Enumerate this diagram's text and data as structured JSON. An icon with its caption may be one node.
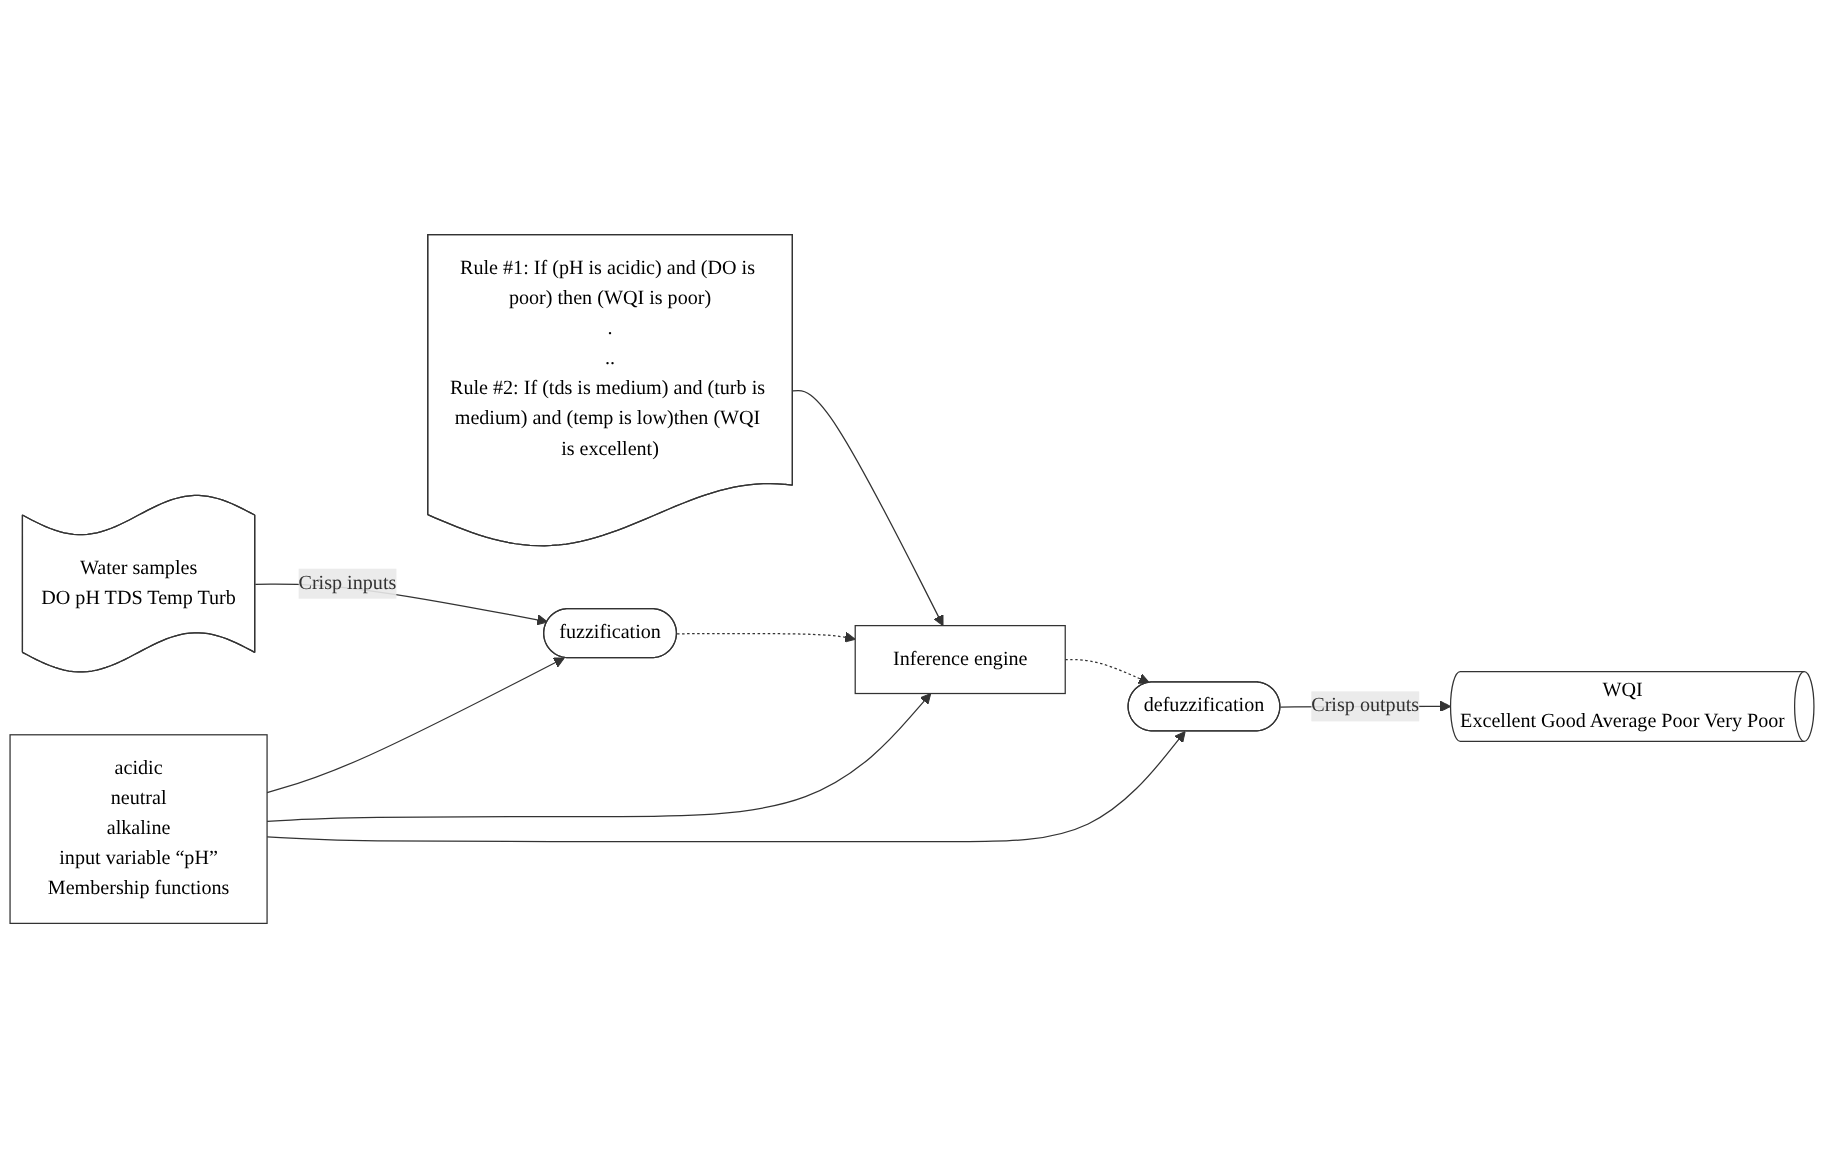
{
  "diagram": {
    "nodes": [
      {
        "text": [
          "Water samples",
          "DO pH TDS Temp Turb"
        ]
      },
      {
        "text": [
          "Rule #1: If (pH is acidic) and (DO is poor) then (WQI is poor)",
          ".",
          "..",
          "Rule #2: If (tds is medium) and (turb is medium) and (temp is low)then (WQI is excellent)"
        ]
      },
      {
        "text": [
          "WQI",
          "Excellent Good Average Poor Very Poor"
        ]
      },
      {
        "text": [
          "fuzzification"
        ]
      },
      {
        "text": [
          "Inference engine"
        ]
      },
      {
        "text": [
          "defuzzification"
        ]
      },
      {
        "text": [
          "acidic",
          "neutral",
          "alkaline",
          "input variable “pH”",
          "Membership functions"
        ]
      }
    ],
    "edges": [
      {
        "from": 0,
        "to": 3,
        "arrow": "to",
        "label": "Crisp inputs"
      },
      {
        "from": 1,
        "to": 4,
        "arrow": "to"
      },
      {
        "from": 3,
        "to": 4,
        "arrow": "to",
        "style": "dashed"
      },
      {
        "from": 4,
        "to": 5,
        "arrow": "to",
        "style": "dashed"
      },
      {
        "from": 5,
        "to": 2,
        "arrow": "to",
        "label": "Crisp outputs"
      },
      {
        "from": 6,
        "to": 3,
        "arrow": "to"
      },
      {
        "from": 6,
        "to": 4,
        "arrow": "to"
      },
      {
        "from": 6,
        "to": 5,
        "arrow": "to"
      }
    ]
  }
}
